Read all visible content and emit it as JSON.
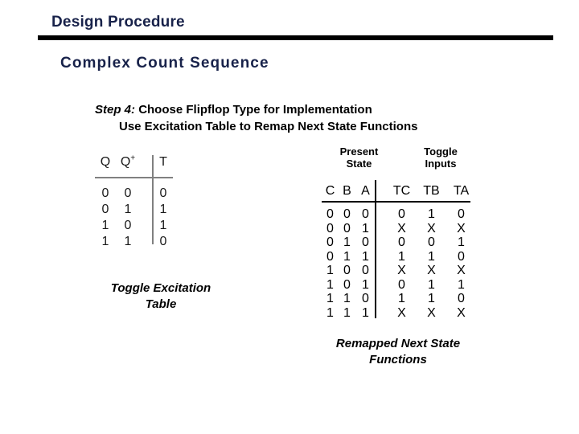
{
  "slide": {
    "title": "Design Procedure",
    "subtitle": "Complex Count Sequence",
    "title_color": "#18224a",
    "rule_color": "#000000",
    "background": "#ffffff"
  },
  "step": {
    "tag": "Step 4:",
    "line1": "Choose Flipflop Type for Implementation",
    "line2": "Use Excitation Table to Remap Next State Functions"
  },
  "excitation_table": {
    "caption_line1": "Toggle Excitation",
    "caption_line2": "Table",
    "headers": [
      "Q",
      "Q",
      "T"
    ],
    "q_next_superscript": "+",
    "rows": [
      [
        "0",
        "0",
        "0"
      ],
      [
        "0",
        "1",
        "1"
      ],
      [
        "1",
        "0",
        "1"
      ],
      [
        "1",
        "1",
        "0"
      ]
    ],
    "rule_color": "#808080"
  },
  "remap_table": {
    "group_header_left": "Present\nState",
    "group_header_right": "Toggle\nInputs",
    "headers": [
      "C",
      "B",
      "A",
      "TC",
      "TB",
      "TA"
    ],
    "rows": [
      [
        "0",
        "0",
        "0",
        "0",
        "1",
        "0"
      ],
      [
        "0",
        "0",
        "1",
        "X",
        "X",
        "X"
      ],
      [
        "0",
        "1",
        "0",
        "0",
        "0",
        "1"
      ],
      [
        "0",
        "1",
        "1",
        "1",
        "1",
        "0"
      ],
      [
        "1",
        "0",
        "0",
        "X",
        "X",
        "X"
      ],
      [
        "1",
        "0",
        "1",
        "0",
        "1",
        "1"
      ],
      [
        "1",
        "1",
        "0",
        "1",
        "1",
        "0"
      ],
      [
        "1",
        "1",
        "1",
        "X",
        "X",
        "X"
      ]
    ],
    "caption_line1": "Remapped Next State",
    "caption_line2": "Functions",
    "rule_color": "#000000"
  }
}
